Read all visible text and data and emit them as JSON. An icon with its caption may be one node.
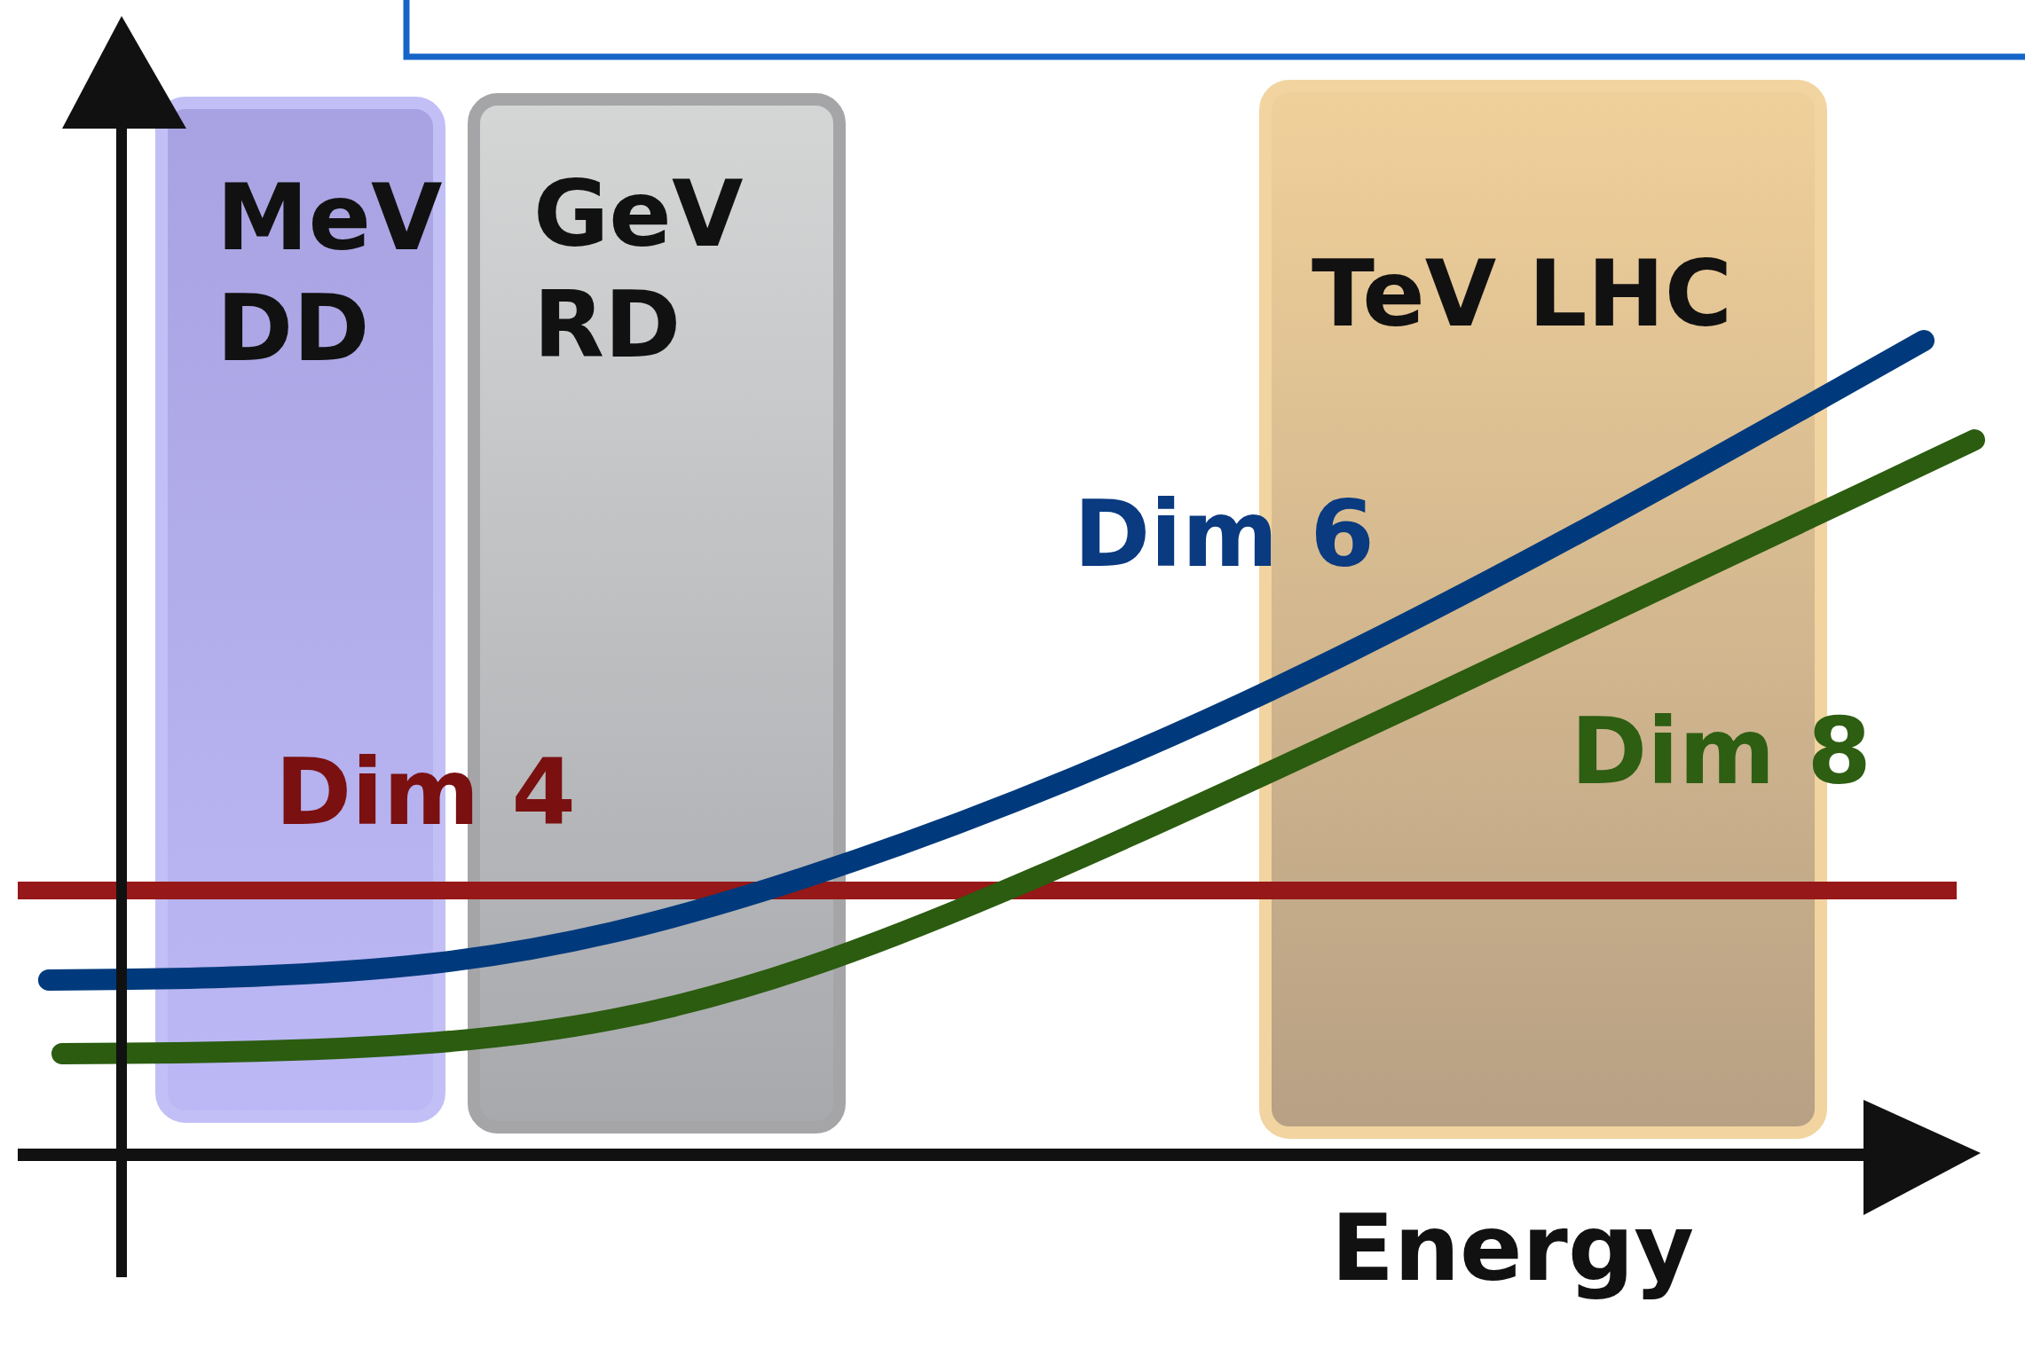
{
  "diagram": {
    "nodes": [
      {
        "text": [
          "MeV DD"
        ]
      },
      {
        "text": [
          "GeV RD"
        ]
      },
      {
        "text": [
          "TeV LHC"
        ]
      }
    ],
    "labels": [
      "Dim 6",
      "Dim 8",
      "Dim 4",
      "Energy"
    ]
  }
}
